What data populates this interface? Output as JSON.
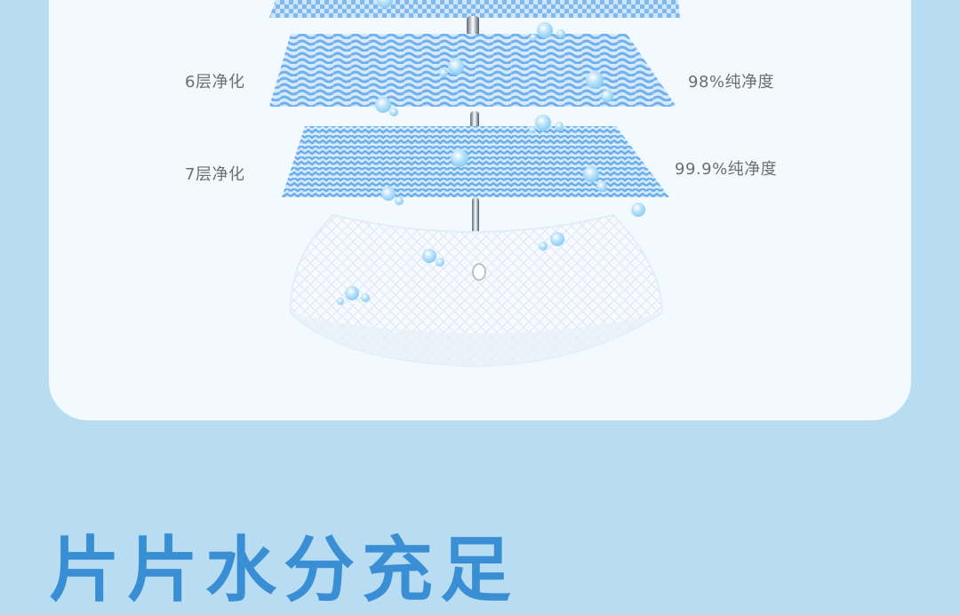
{
  "layers": [
    {
      "left_label": "6层净化",
      "right_label": "98%纯净度"
    },
    {
      "left_label": "7层净化",
      "right_label": "99.9%纯净度"
    }
  ],
  "headline": "片片水分充足",
  "colors": {
    "background": "#b8dcf1",
    "card": "#f3faff",
    "headline": "#3a8fd4",
    "mesh_light": "#cfe6fb",
    "mesh_dark": "#7fb9ef",
    "label": "#6a6f74"
  }
}
